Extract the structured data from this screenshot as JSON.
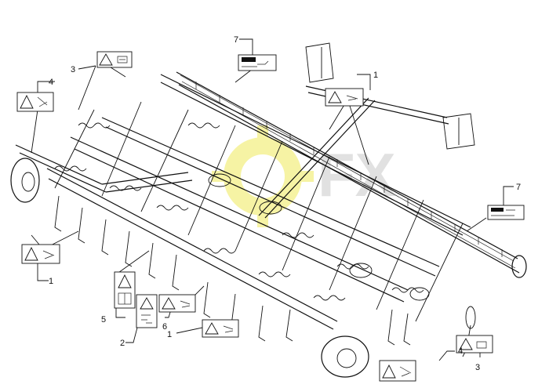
{
  "watermark": {
    "text": "FX",
    "color": "#f2ee7a"
  },
  "callouts": [
    {
      "id": "c7a",
      "label": "7"
    },
    {
      "id": "c1a",
      "label": "1"
    },
    {
      "id": "c3a",
      "label": "3"
    },
    {
      "id": "c4a",
      "label": "4"
    },
    {
      "id": "c7b",
      "label": "7"
    },
    {
      "id": "c1b",
      "label": "1"
    },
    {
      "id": "c5",
      "label": "5"
    },
    {
      "id": "c2",
      "label": "2"
    },
    {
      "id": "c6",
      "label": "6"
    },
    {
      "id": "c1c",
      "label": "1"
    },
    {
      "id": "c4b",
      "label": "4"
    },
    {
      "id": "c3b",
      "label": "3"
    }
  ],
  "colors": {
    "ink": "#111111",
    "paper": "#ffffff",
    "watermark": "#f2ee7a"
  }
}
